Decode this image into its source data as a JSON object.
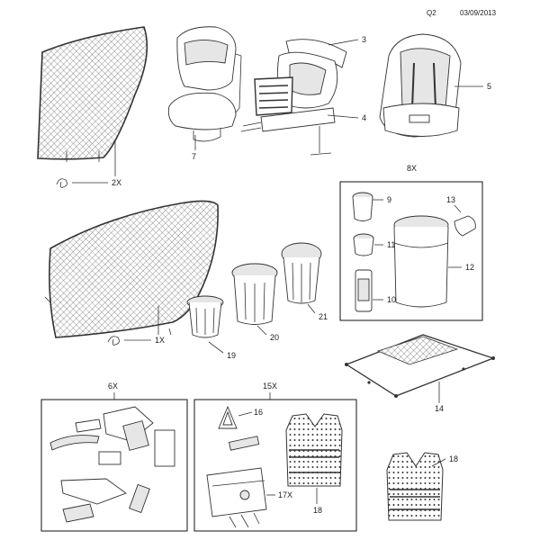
{
  "header": {
    "code": "Q2",
    "date": "03/09/2013"
  },
  "labels": {
    "net_top_qty": "2X",
    "net_bottom_qty": "1X",
    "part_3": "3",
    "part_4": "4",
    "part_5": "5",
    "part_7": "7",
    "kit_8": "8X",
    "part_9": "9",
    "part_10": "10",
    "part_11": "11",
    "part_12": "12",
    "part_13": "13",
    "part_14": "14",
    "kit_6": "6X",
    "kit_15": "15X",
    "part_16": "16",
    "part_17": "17X",
    "part_18a": "18",
    "part_18b": "18",
    "part_19": "19",
    "part_20": "20",
    "part_21": "21"
  }
}
